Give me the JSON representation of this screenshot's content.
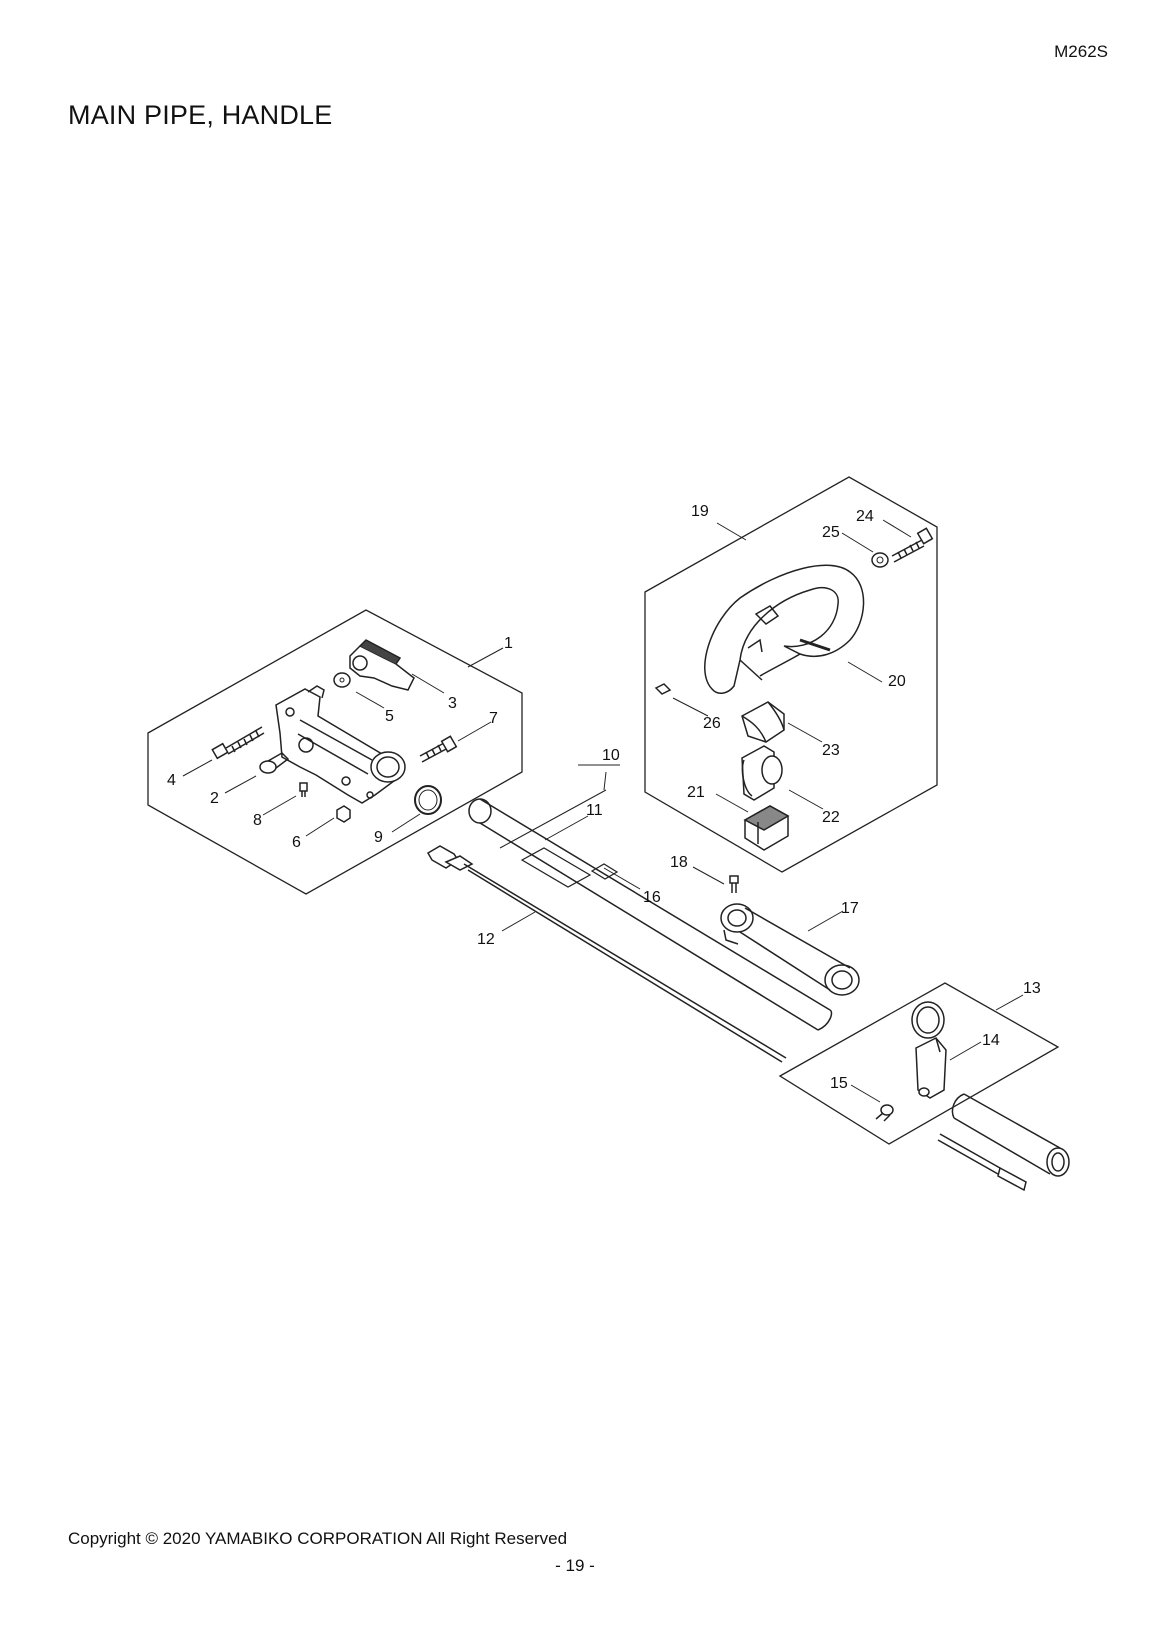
{
  "header": {
    "model_code": "M262S",
    "title": "MAIN PIPE, HANDLE"
  },
  "callouts": [
    "1",
    "2",
    "3",
    "4",
    "5",
    "6",
    "7",
    "8",
    "9",
    "10",
    "11",
    "12",
    "13",
    "14",
    "15",
    "16",
    "17",
    "18",
    "19",
    "20",
    "21",
    "22",
    "23",
    "24",
    "25",
    "26"
  ],
  "footer": {
    "copyright": "Copyright © 2020 YAMABIKO CORPORATION All Right Reserved",
    "page_number": "- 19 -"
  }
}
